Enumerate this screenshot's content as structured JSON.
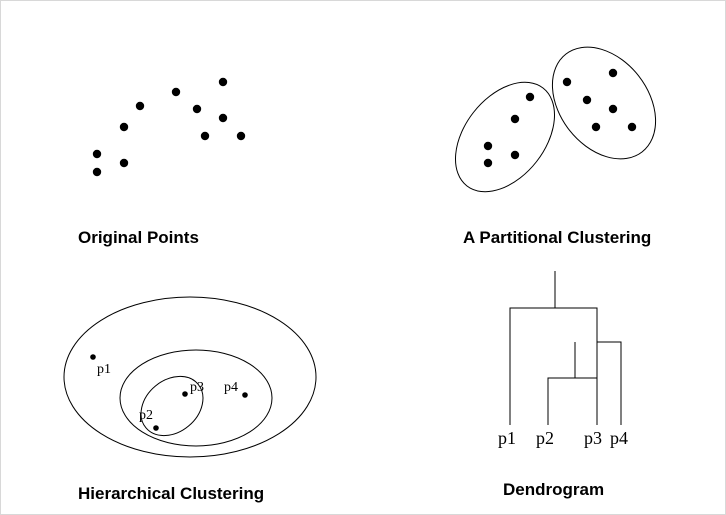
{
  "panels": {
    "original_points": {
      "caption": "Original Points"
    },
    "partitional": {
      "caption": "A Partitional  Clustering"
    },
    "hierarchical": {
      "caption": "Hierarchical Clustering",
      "points": [
        "p1",
        "p2",
        "p3",
        "p4"
      ]
    },
    "dendrogram": {
      "caption": "Dendrogram",
      "leaves": [
        "p1",
        "p2",
        "p3",
        "p4"
      ]
    }
  }
}
